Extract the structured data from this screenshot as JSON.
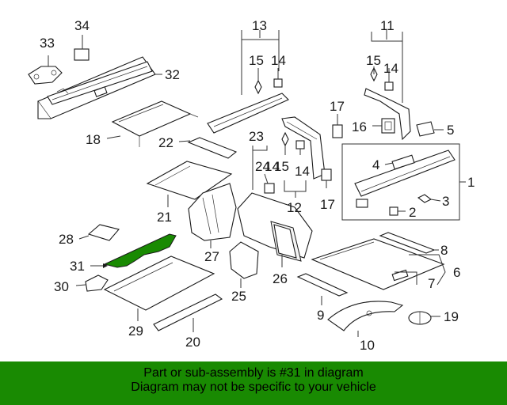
{
  "callouts": [
    "1",
    "2",
    "3",
    "4",
    "5",
    "6",
    "7",
    "8",
    "9",
    "10",
    "11",
    "12",
    "13",
    "14",
    "14",
    "14",
    "14",
    "15",
    "15",
    "15",
    "16",
    "17",
    "17",
    "18",
    "19",
    "20",
    "21",
    "22",
    "23",
    "24",
    "25",
    "26",
    "27",
    "28",
    "29",
    "30",
    "31",
    "32",
    "33",
    "34"
  ],
  "highlight": {
    "part": "31",
    "color": "#198a02"
  },
  "banner": {
    "line1": "Part or sub-assembly is #31 in diagram",
    "line2": "Diagram may not be specific to your vehicle",
    "color": "#198a02"
  }
}
